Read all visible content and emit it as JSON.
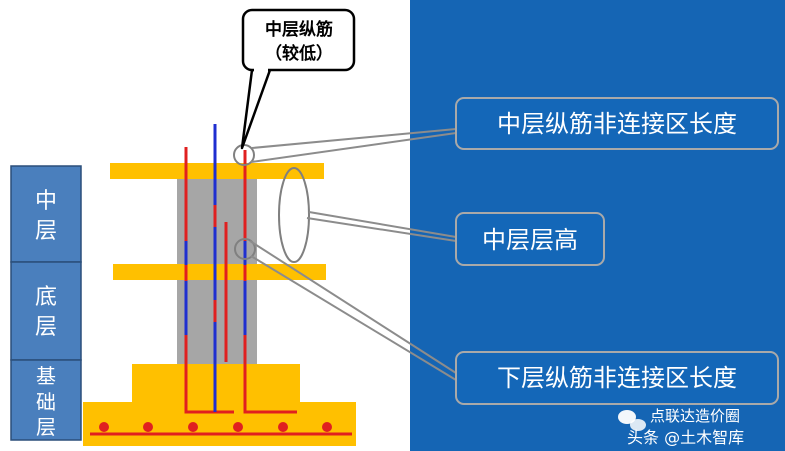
{
  "callout_top": {
    "line1": "中层纵筋",
    "line2": "（较低）"
  },
  "floor_labels": {
    "middle": [
      "中",
      "层"
    ],
    "ground": [
      "底",
      "层"
    ],
    "foundation": [
      "基",
      "础",
      "层"
    ]
  },
  "info_boxes": {
    "middle_noncontact": "中层纵筋非连接区长度",
    "middle_height": "中层层高",
    "lower_noncontact": "下层纵筋非连接区长度"
  },
  "watermark": {
    "line1": "点联达造价圈",
    "line2": "头条 @土木智库"
  },
  "colors": {
    "panel_blue": "#1565b4",
    "box_fill": "#1467b8",
    "label_fill": "#4a7fbd",
    "slab_yellow": "#ffc000",
    "column_gray": "#a6a6a6",
    "rebar_red": "#e02020",
    "rebar_blue": "#1f2fd0"
  }
}
